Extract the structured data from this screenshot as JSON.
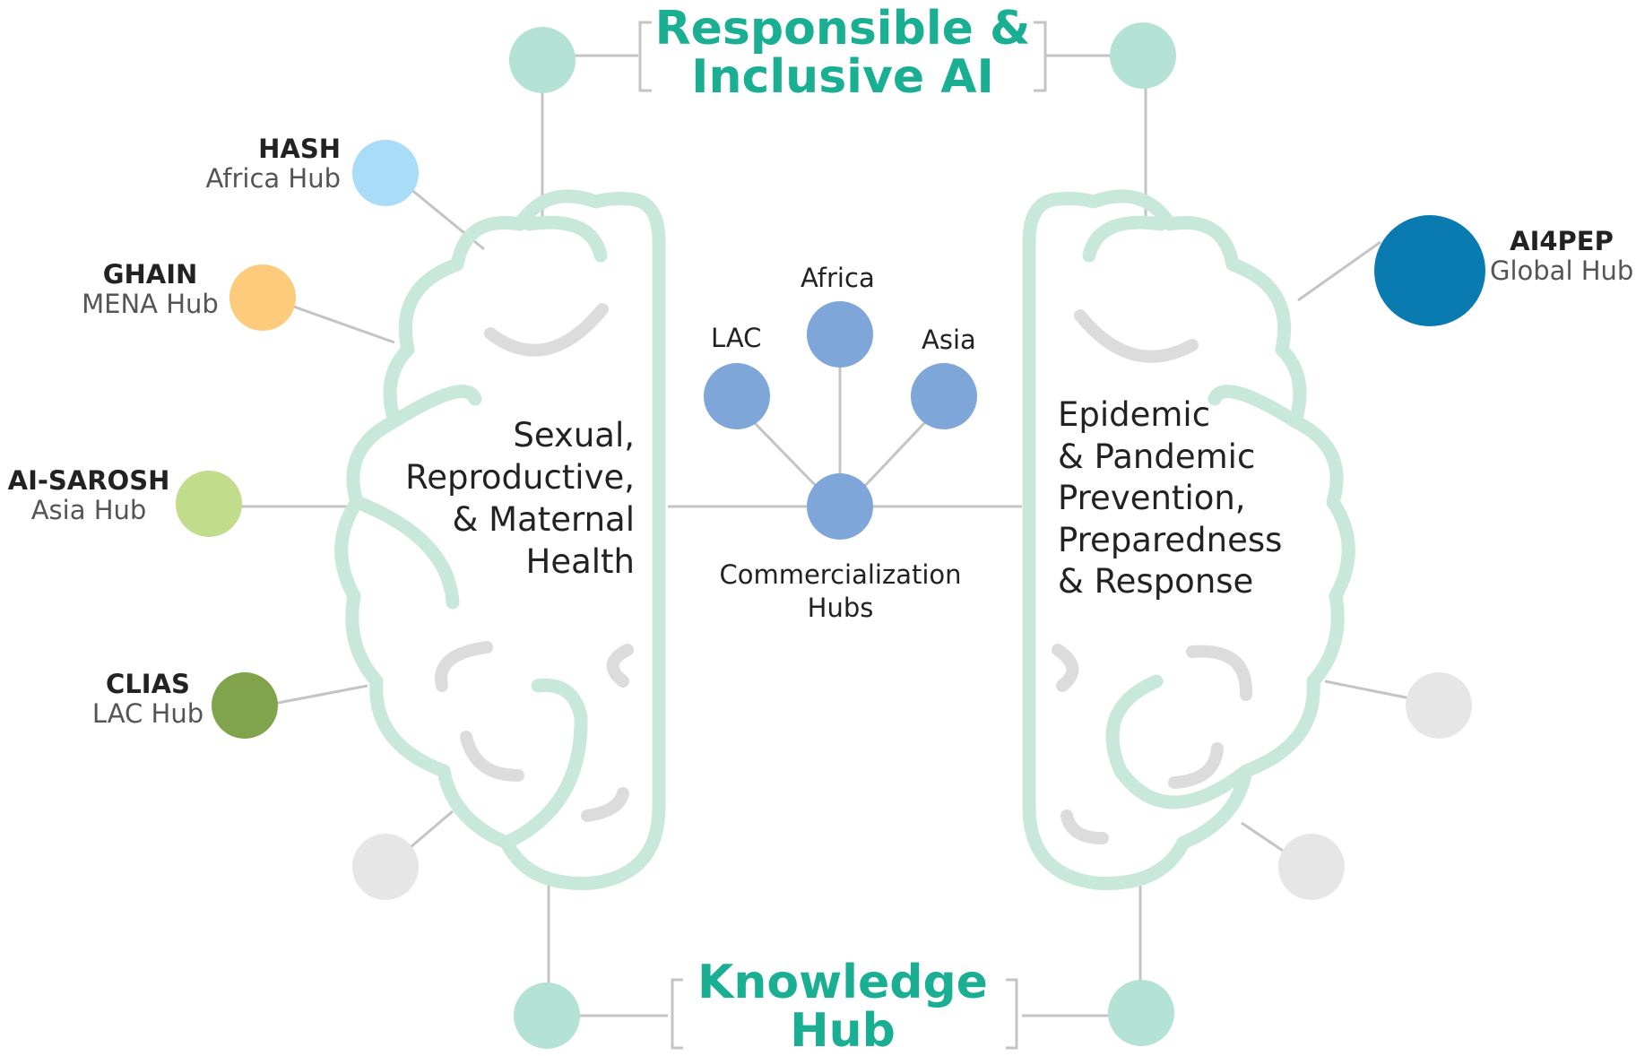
{
  "titles": {
    "top_line1": "Responsible &",
    "top_line2": "Inclusive AI",
    "bottom_line1": "Knowledge",
    "bottom_line2": "Hub"
  },
  "left_hubs": [
    {
      "name": "HASH",
      "region": "Africa Hub",
      "color": "#a9dcf6"
    },
    {
      "name": "GHAIN",
      "region": "MENA Hub",
      "color": "#fdcb7c"
    },
    {
      "name": "AI-SAROSH",
      "region": "Asia Hub",
      "color": "#c1dc8a"
    },
    {
      "name": "CLIAS",
      "region": "LAC Hub",
      "color": "#7fa44b"
    }
  ],
  "right_hub": {
    "name": "AI4PEP",
    "region": "Global Hub",
    "color": "#0a7bb0"
  },
  "left_theme": [
    "Sexual,",
    "Reproductive,",
    "& Maternal",
    "Health"
  ],
  "right_theme": [
    "Epidemic",
    "& Pandemic",
    "Prevention,",
    "Preparedness",
    "& Response"
  ],
  "commercialization": {
    "regions": [
      "LAC",
      "Africa",
      "Asia"
    ],
    "label_line1": "Commercialization",
    "label_line2": "Hubs",
    "color": "#7fa6d8"
  },
  "colors": {
    "title": "#1aae92",
    "brain_outline": "#c8e8dc",
    "fold": "#dcdcdc",
    "connector_node": "#b4e2d4",
    "inactive_node": "#e6e6e6",
    "line": "#c4c4c4"
  }
}
